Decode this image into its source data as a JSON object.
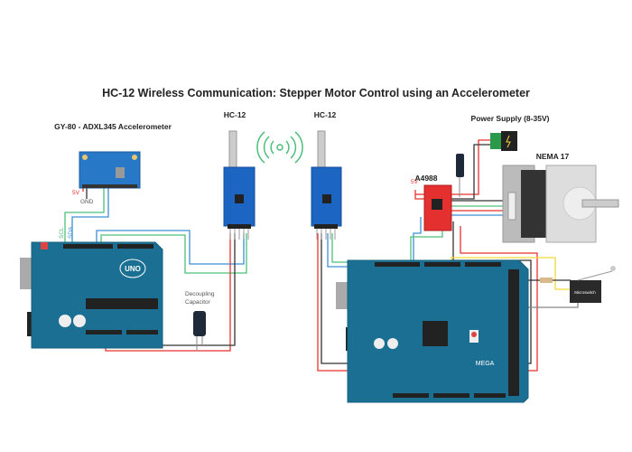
{
  "title": "HC-12 Wireless Communication:  Stepper Motor Control using an Accelerometer",
  "accelerometer": {
    "label": "GY-80 - ADXL345 Accelerometer",
    "pin_5v": "5V",
    "pin_gnd": "GND",
    "scl": "SCL",
    "sda": "SDA"
  },
  "hc12_left": {
    "label": "HC-12"
  },
  "hc12_right": {
    "label": "HC-12"
  },
  "uno": {
    "logo": "UNO"
  },
  "capacitor": {
    "label_line1": "Decoupling",
    "label_line2": "Capacitor"
  },
  "power_supply": {
    "label": "Power Supply (8-35V)"
  },
  "driver": {
    "label": "A4988",
    "pin_5v": "5V"
  },
  "motor": {
    "label": "NEMA 17"
  },
  "mega": {
    "logo": "MEGA"
  },
  "microswitch": {
    "label": "Microswitch"
  },
  "colors": {
    "wire_power": "#e8332f",
    "wire_ground": "#333333",
    "wire_scl": "#4dbf7a",
    "wire_sda": "#3d8fd6",
    "wire_switch": "#f2d93a",
    "board": "#1a6f93",
    "hc12_board": "#1c65c2",
    "driver_board": "#e53030"
  }
}
